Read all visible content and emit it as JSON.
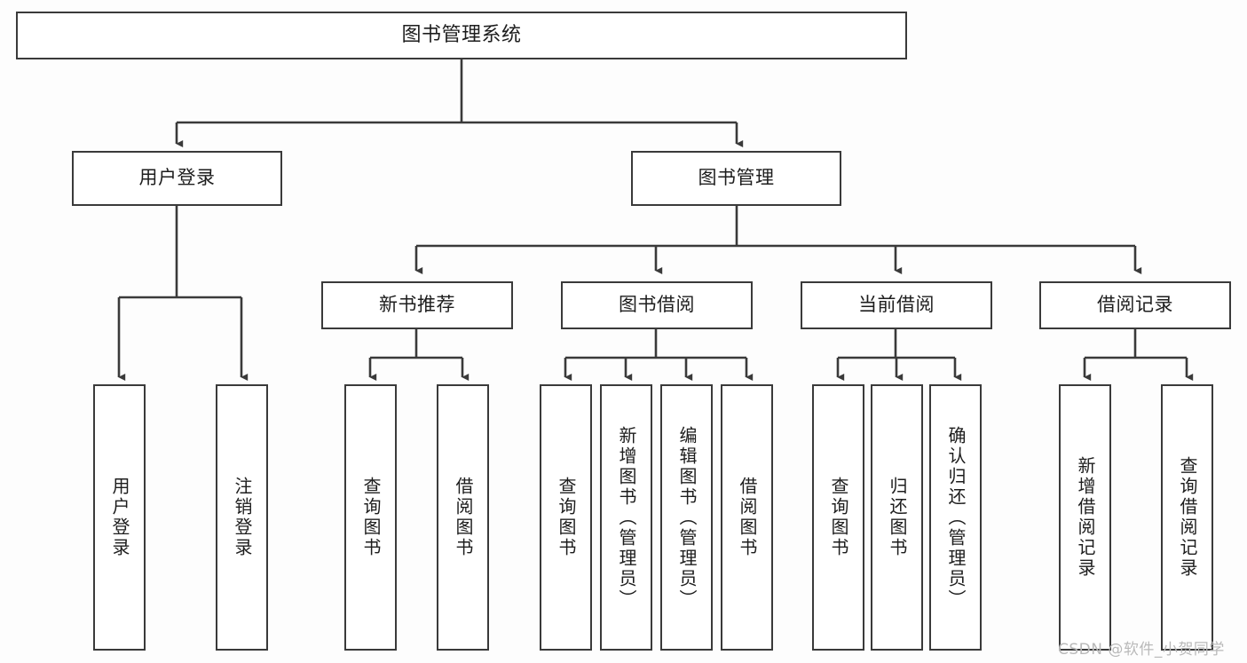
{
  "diagram": {
    "title": "图书管理系统",
    "type": "hierarchy-tree",
    "background_color": "#fdfdfd",
    "line_color": "#3a3a3a",
    "box_fill": "#ffffff",
    "text_color": "#1d1d1d"
  },
  "root": {
    "label": "图书管理系统"
  },
  "level2": [
    {
      "label": "用户登录"
    },
    {
      "label": "图书管理"
    }
  ],
  "level3": [
    {
      "label": "新书推荐"
    },
    {
      "label": "图书借阅"
    },
    {
      "label": "当前借阅"
    },
    {
      "label": "借阅记录"
    }
  ],
  "leaves": {
    "user_login": [
      {
        "label": "用户登录"
      },
      {
        "label": "注销登录"
      }
    ],
    "new_book_recommend": [
      {
        "label": "查询图书"
      },
      {
        "label": "借阅图书"
      }
    ],
    "book_borrow": [
      {
        "label": "查询图书"
      },
      {
        "label": "新增图书（管理员）"
      },
      {
        "label": "编辑图书（管理员）"
      },
      {
        "label": "借阅图书"
      }
    ],
    "current_borrow": [
      {
        "label": "查询图书"
      },
      {
        "label": "归还图书"
      },
      {
        "label": "确认归还（管理员）"
      }
    ],
    "borrow_record": [
      {
        "label": "新增借阅记录"
      },
      {
        "label": "查询借阅记录"
      }
    ]
  },
  "watermark": {
    "text": "CSDN @软件_小贺同学"
  }
}
